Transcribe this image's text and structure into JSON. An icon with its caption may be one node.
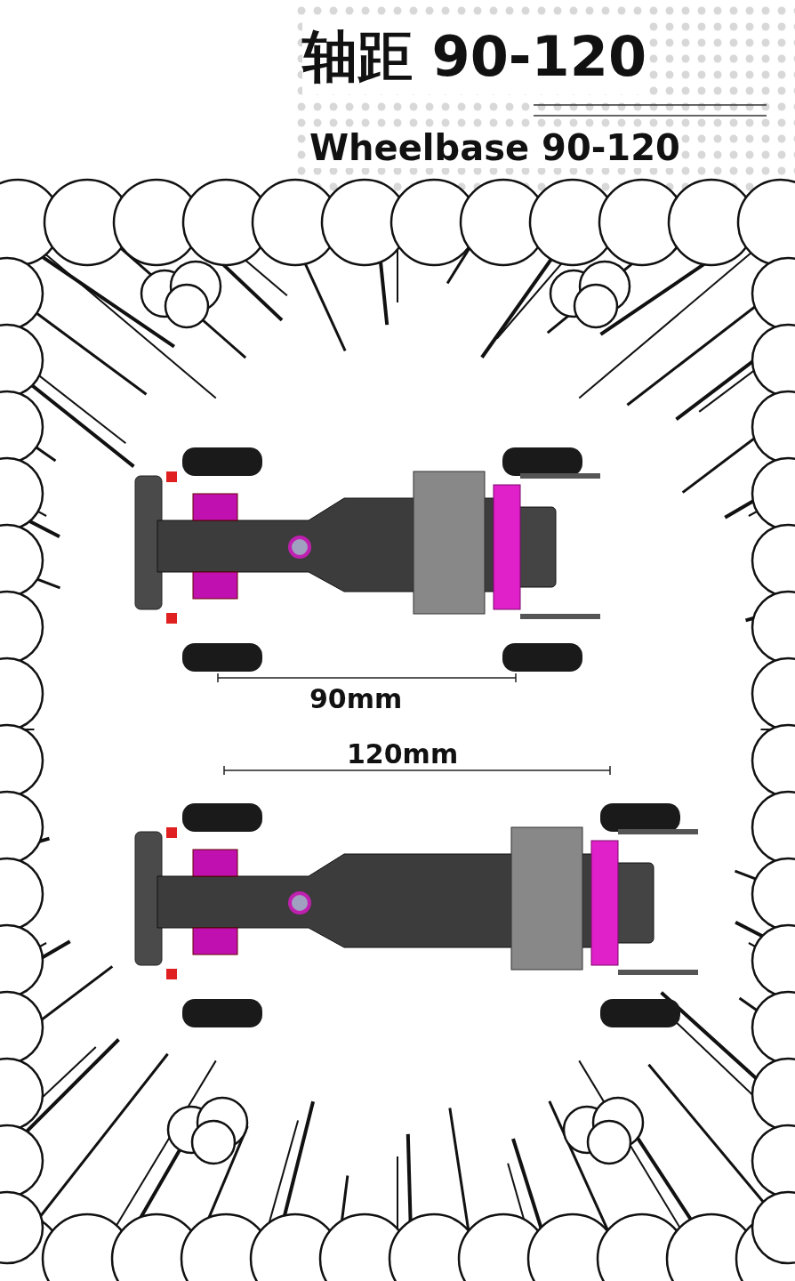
{
  "diagram": {
    "title": "轴距 90-120",
    "labels": [
      "Wheelbase 90-120",
      "90mm",
      "120mm"
    ]
  }
}
